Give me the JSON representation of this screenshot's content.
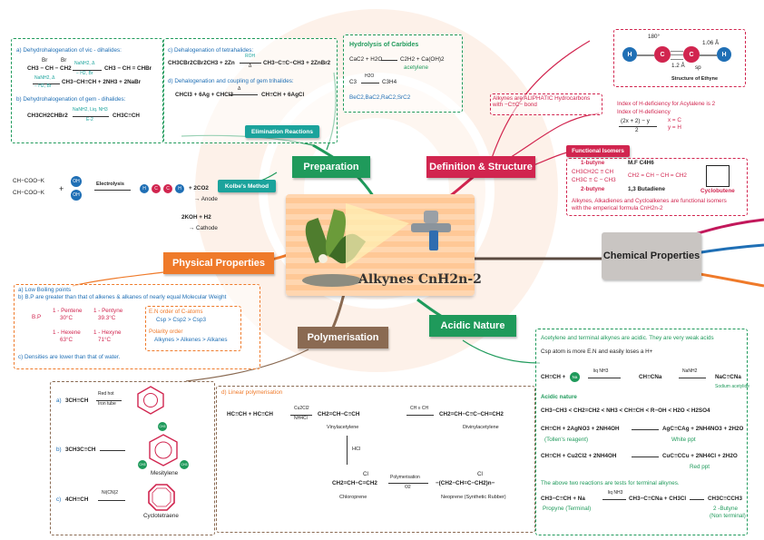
{
  "colors": {
    "green": "#1f9a5b",
    "red": "#d1254f",
    "orange": "#ef7a2a",
    "brown": "#8a6a52",
    "teal": "#1ba39c",
    "blue": "#1f6fb5"
  },
  "center": {
    "title": "Alkynes CnH2n-2"
  },
  "headers": {
    "preparation": "Preparation",
    "definition": "Definition & Structure",
    "physical": "Physical Properties",
    "polymerisation": "Polymerisation",
    "acidic": "Acidic Nature",
    "chemical": "Chemical Properties",
    "elimination": "Elimination Reactions",
    "kolbe": "Kolbe's Method",
    "functional": "Functional Isomers"
  },
  "prep_vic": {
    "title": "a) Dehydrohalogenation of vic - dihalides:",
    "br1": "Br",
    "br2": "Br",
    "eq1": "CH3 − CH − CH2",
    "arrow1_top": "NaNH2, Δ",
    "arrow1_bot": "− H2, Br",
    "prod1": "CH3 − CH = CHBr",
    "arrow2_top": "NaNH2, Δ",
    "arrow2_bot": "− H2, Br",
    "prod2": "CH3−CH≡CH + 2NH3 + 2NaBr"
  },
  "prep_gem": {
    "title": "b) Dehydrohalogenation of gem - dihalides:",
    "eq": "CH3CH2CHBr2",
    "arrow_top": "NaNH2, Liq. NH3",
    "arrow_bot": "E-2",
    "prod": "CH3C≡CH"
  },
  "prep_tetra": {
    "title": "c) Dehalogenation of tetrahalides:",
    "eq": "CH3CBr2CBr2CH3 + 2Zn",
    "arrow_top": "ROH",
    "arrow_bot": "Δ",
    "prod": "CH3−C≡C−CH3 + 2ZnBr2"
  },
  "prep_gemtri": {
    "title": "d) Dehalogenation and coupling of gem trihalides:",
    "eq": "CHCl3 + 6Ag + CHCl3",
    "arrow_top": "Δ",
    "prod": "CH≡CH + 6AgCl"
  },
  "carbides": {
    "title": "Hydrolysis of Carbides",
    "eq1": "CaC2 + H2O",
    "prod1": "C2H2 + Ca(OH)2",
    "sub1": "acetylene",
    "eq2": "C3",
    "arrow2": "H2O",
    "prod2": "C3H4",
    "list": "BeC2,BaC2,RaC2,SrC2"
  },
  "kolbe": {
    "r1": "CH−COO−K",
    "r2": "CH−COO−K",
    "plus": "+",
    "oh": "OH",
    "h": "H",
    "electrolysis": "Electrolysis",
    "c": "C",
    "co2": "+ 2CO2",
    "anode": "→ Anode",
    "koh": "2KOH + H2",
    "cathode": "→ Cathode"
  },
  "structure": {
    "angle": "180°",
    "bond1": "1.06 Å",
    "bond2": "1.2 Å",
    "sp": "sp",
    "atom_h": "H",
    "atom_c": "C",
    "caption": "Structure of Ethyne"
  },
  "aliphatic": "Alkynes are ALIPHATIC Hydrocarbons with −C≡C− bond",
  "h_deficiency": {
    "l1": "Index of H-deficiency for Acylalene is 2",
    "l2": "Index of H-deficiency",
    "formula": "(2x + 2) − y",
    "den": "2",
    "x": "x = C",
    "y": "y = H"
  },
  "functional": {
    "col1": [
      "1-butyne",
      "CH3CH2C ≡ CH",
      "CH3C ≡ C − CH3",
      "2-butyne"
    ],
    "mf": "M.F C4H6",
    "diene": "CH2 = CH − CH = CH2",
    "butadiene": "1,3 Butadiene",
    "cyclo": "Cyclobutene",
    "note1": "Alkynes, Alkadienes and Cycloalkenes are functional isomers",
    "note2": "with the emperical formula CnH2n-2"
  },
  "physical": {
    "a": "a) Low Boiling points",
    "b": "b) B.P are greater than that of alkenes & alkanes of nearly equal Molecular Weight",
    "bp": "B.P",
    "rows": [
      [
        "1 - Pentene",
        "30°C",
        "1 - Pentyne",
        "39.3°C"
      ],
      [
        "1 - Hexene",
        "63°C",
        "1 - Hexyne",
        "71°C"
      ]
    ],
    "en1": "E.N order of C-atoms",
    "en2": "Csp > Csp2 > Csp3",
    "pol1": "Polarity order",
    "pol2": "Alkynes > Alkenes > Alkanes",
    "c": "c) Densities are lower than that of water."
  },
  "poly_cyclic": {
    "a": "a)",
    "a_eq": "3CH≡CH",
    "a_top": "Red hot",
    "a_bot": "Iron tube",
    "b": "b)",
    "b_eq": "3CH3C≡CH",
    "ch3": "CH3",
    "mesitylene": "Mesitylene",
    "c": "c)",
    "c_eq": "4CH≡CH",
    "c_top": "Ni(CN)2",
    "cyclo": "Cyclotetraene"
  },
  "poly_linear": {
    "title": "d) Linear polymerisation",
    "eq": "HC≡CH + HC≡CH",
    "cat_top": "Cu2Cl2",
    "cat_bot": "NH4Cl",
    "vinyl_prod": "CH2=CH−C≡CH",
    "vinyl": "Vinylacetylene",
    "ch_top": "CH ≡ CH",
    "divinyl_prod": "CH2=CH−C≡C−CH=CH2",
    "divinyl": "Divinylacetylene",
    "hcl": "HCl",
    "cl": "Cl",
    "chloro_prod": "CH2=CH−C=CH2",
    "chloro": "Chloroprene",
    "poly_top": "Polymerisation",
    "poly_bot": "O2",
    "neo_prod": "−(CH2−CH=C−CH2)n−",
    "neo": "Neoprene (Synthetic Rubber)"
  },
  "acidic": {
    "l1": "Acetylene and terminal alkynes are acidic. They are very weak acids",
    "l2": "Csp atom is more E.N and easily loses a H+",
    "r1": "CH≡CH +",
    "na": "Na",
    "r1_top": "liq NH3",
    "r1_mid": "CH≡CNa",
    "r1_top2": "NaNH2",
    "r1_prod": "NaC≡CNa",
    "r1_sub": "Sodium acetylide",
    "acid_title": "Acidic nature",
    "order": "CH3−CH3 < CH2=CH2 < NH3 < CH≡CH < R−OH < H2O < H2SO4",
    "ag_eq": "CH≡CH + 2AgNO3 + 2NH4OH",
    "ag_prod": "AgC≡CAg + 2NH4NO3 + 2H2O",
    "tollen": "(Tollen's reagent)",
    "white": "White ppt",
    "cu_eq": "CH≡CH + Cu2Cl2 + 2NH4OH",
    "cu_prod": "CuC≡CCu + 2NH4Cl + 2H2O",
    "red": "Red ppt",
    "tests": "The above two reactions are tests for terminal alkynes.",
    "pr_eq": "CH3−C≡CH + Na",
    "pr_top": "liq NH3",
    "pr_mid": "CH3−C≡CNa + CH3Cl",
    "pr_prod": "CH3C≡CCH3",
    "propyne": "Propyne (Terminal)",
    "butyne": "2 -Butyne",
    "nonterm": "(Non terminal)"
  }
}
